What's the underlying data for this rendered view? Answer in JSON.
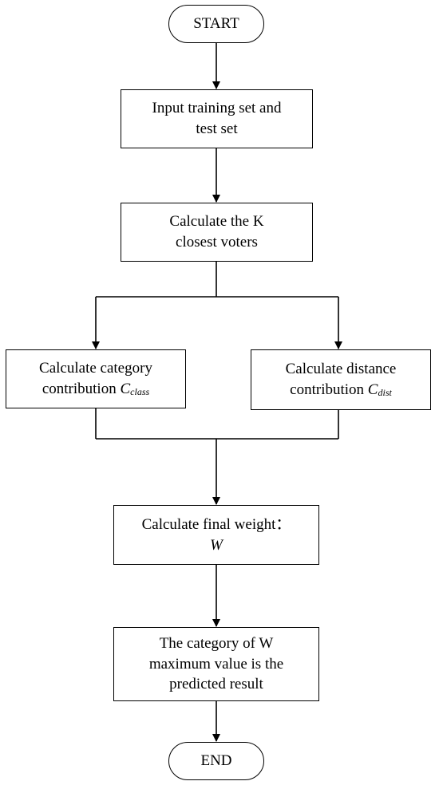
{
  "flowchart": {
    "start": {
      "label": "START"
    },
    "input": {
      "line1": "Input training set and",
      "line2": "test set"
    },
    "closest": {
      "line1": "Calculate the K",
      "line2": "closest voters"
    },
    "category": {
      "line1": "Calculate category",
      "line2_prefix": "contribution ",
      "symbol": "C",
      "subscript": "class"
    },
    "distance": {
      "line1": "Calculate distance",
      "line2_prefix": "contribution ",
      "symbol": "C",
      "subscript": "dist"
    },
    "weight": {
      "line1": "Calculate final weight：",
      "symbol": "W"
    },
    "result": {
      "line1": "The category of W",
      "line2": "maximum value is the",
      "line3": "predicted result"
    },
    "end": {
      "label": "END"
    }
  },
  "colors": {
    "stroke": "#000000",
    "fill": "#ffffff",
    "text": "#000000"
  }
}
